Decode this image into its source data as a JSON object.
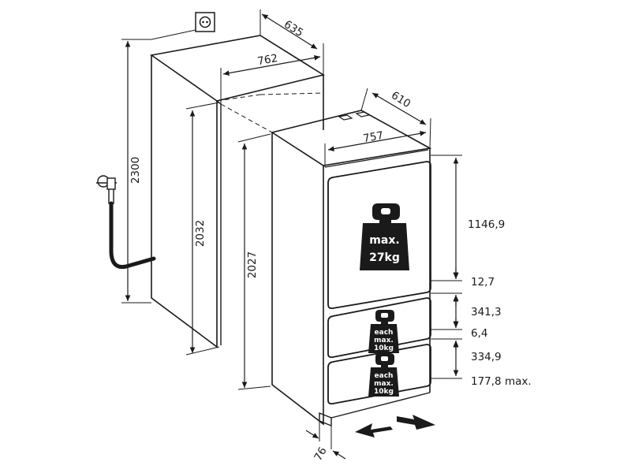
{
  "dimensions": {
    "niche_height": "2300",
    "niche_width": "762",
    "niche_depth": "635",
    "niche_inner_height": "2032",
    "appliance_width": "757",
    "appliance_depth": "610",
    "appliance_height": "2027",
    "toe_kick": "76"
  },
  "door_dimensions": [
    {
      "id": "upper_door",
      "label": "1146,9"
    },
    {
      "id": "gap_1",
      "label": "12,7"
    },
    {
      "id": "drawer_1",
      "label": "341,3"
    },
    {
      "id": "gap_2",
      "label": "6,4"
    },
    {
      "id": "drawer_2",
      "label": "334,9"
    },
    {
      "id": "base",
      "label": "177,8 max."
    }
  ],
  "load_labels": {
    "fridge_line1": "max.",
    "fridge_line2": "27kg",
    "drawer_line1": "each",
    "drawer_line2": "max.",
    "drawer_line3": "10kg"
  },
  "icons": [
    "socket-icon",
    "water-tap-icon",
    "weight-icon",
    "arrow-in-icon",
    "arrow-out-icon"
  ],
  "colors": {
    "line": "#1a1a1a",
    "weight_fill": "#1a1a1a"
  }
}
